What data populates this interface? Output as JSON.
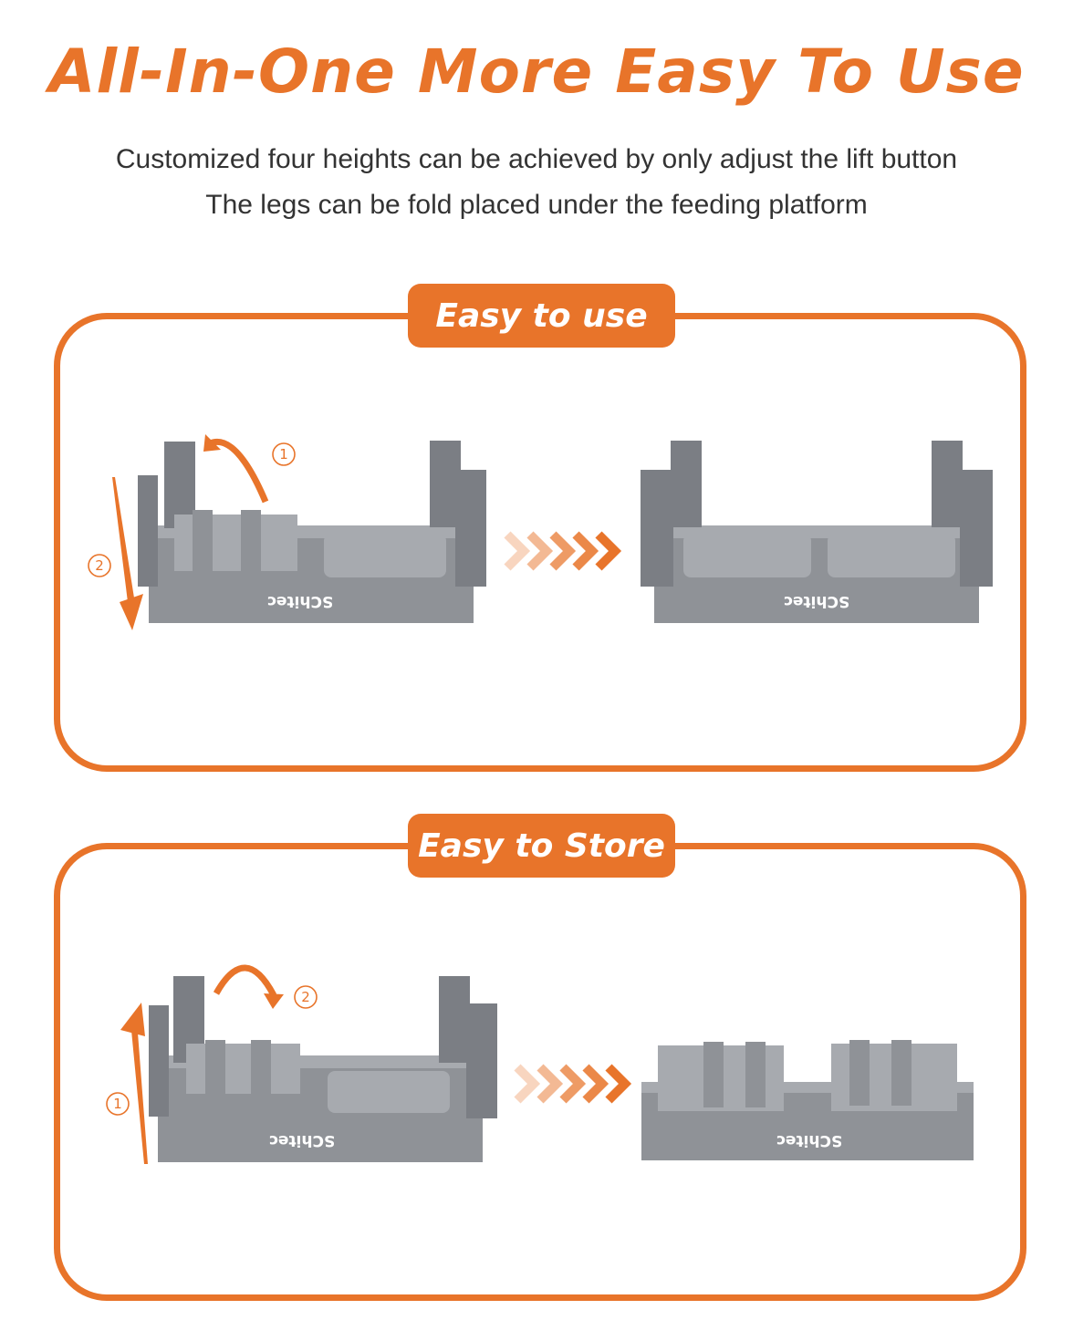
{
  "header": {
    "title": "All-In-One More Easy To Use",
    "subtitle_line1": "Customized four heights can be achieved by only adjust the lift button",
    "subtitle_line2": "The legs can be fold placed under the feeding platform"
  },
  "colors": {
    "accent": "#e8742a",
    "product_gray": "#8f9297",
    "product_dark": "#7b7e84",
    "product_light": "#a7aaaf"
  },
  "sections": [
    {
      "badge": "Easy to use",
      "steps": [
        "1",
        "2"
      ],
      "brand_left": "SChitec",
      "brand_right": "SChitec",
      "arrow_icon": "chevron-arrows-icon"
    },
    {
      "badge": "Easy to Store",
      "steps": [
        "2",
        "1"
      ],
      "brand_left": "SChitec",
      "brand_right": "SChitec",
      "arrow_icon": "chevron-arrows-icon"
    }
  ]
}
